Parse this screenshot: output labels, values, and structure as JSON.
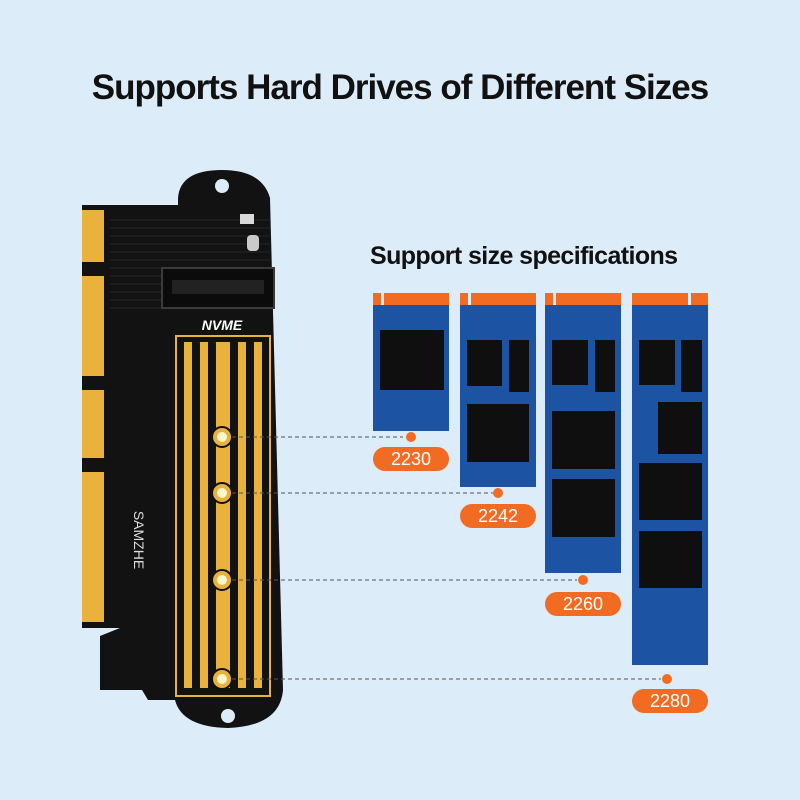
{
  "title": "Supports Hard Drives of Different Sizes",
  "subtitle": "Support size specifications",
  "card": {
    "brand_text": "SAMZHE",
    "slot_label": "NVME",
    "pcb_color": "#121212",
    "gold_color": "#e9b23c"
  },
  "drive_color": "#1c54a3",
  "accent_color": "#f26b22",
  "sizes": [
    {
      "label": "2230"
    },
    {
      "label": "2242"
    },
    {
      "label": "2260"
    },
    {
      "label": "2280"
    }
  ]
}
